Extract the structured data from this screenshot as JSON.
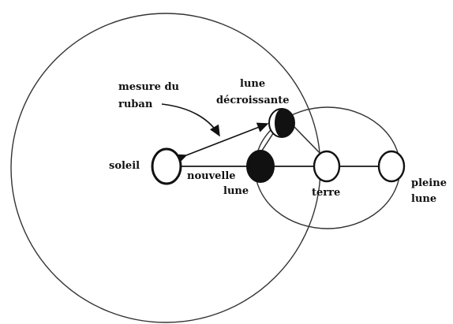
{
  "diagram": {
    "labels": {
      "mesure_line1": "mesure du",
      "mesure_line2": "ruban",
      "lune_dec_line1": "lune",
      "lune_dec_line2": "décroissante",
      "soleil": "soleil",
      "nouvelle_line1": "nouvelle",
      "nouvelle_line2": "lune",
      "terre": "terre",
      "pleine_line1": "pleine",
      "pleine_line2": "lune"
    },
    "colors": {
      "stroke": "#222222",
      "dark_moon": "#111111",
      "background": "#ffffff"
    }
  }
}
